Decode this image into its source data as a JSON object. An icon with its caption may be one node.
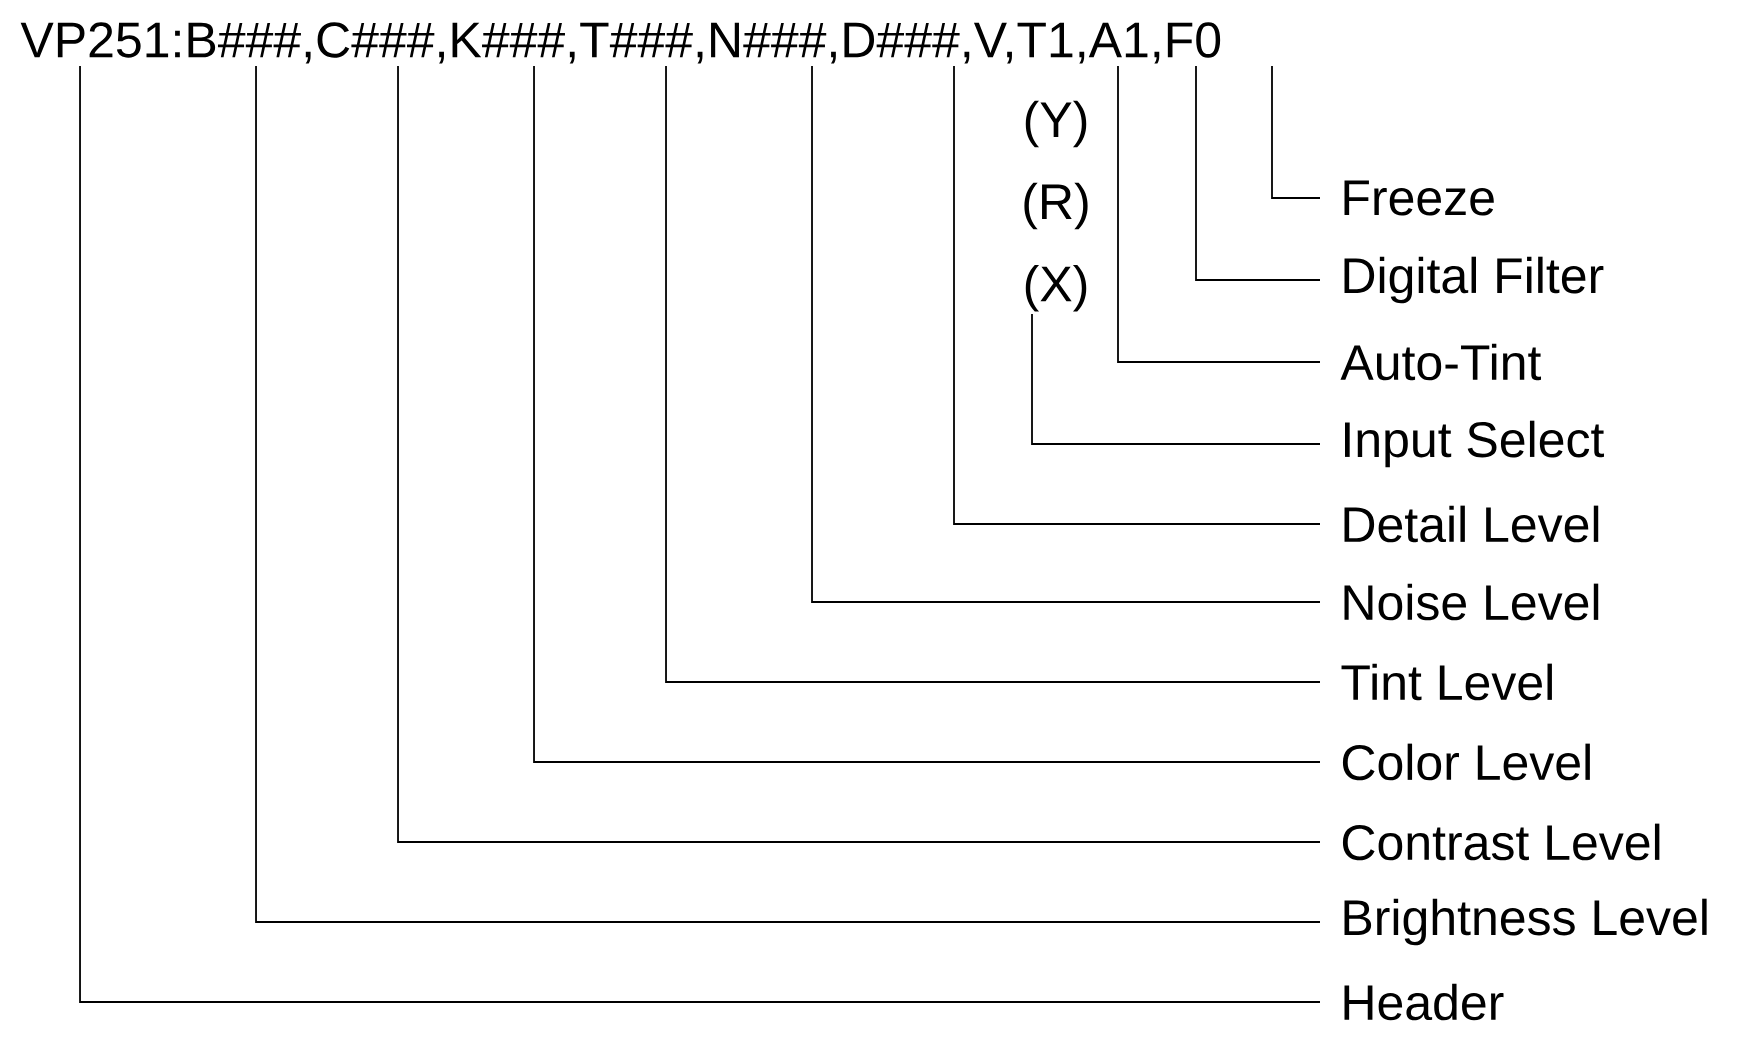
{
  "diagram": {
    "nodes": [
      {
        "text": [
          "VP251:B###,C###,K###,T###,N###,D###,V,T1,A1,F0"
        ]
      },
      {
        "text": [
          "Freeze"
        ]
      },
      {
        "text": [
          "Digital Filter"
        ]
      },
      {
        "text": [
          "(X)"
        ]
      },
      {
        "text": [
          "Auto-Tint"
        ]
      },
      {
        "text": [
          "Input Select"
        ]
      },
      {
        "text": [
          "Detail Level"
        ]
      },
      {
        "text": [
          "Noise Level"
        ]
      },
      {
        "text": [
          "Tint Level"
        ]
      },
      {
        "text": [
          "Color Level"
        ]
      },
      {
        "text": [
          "Contrast Level"
        ]
      },
      {
        "text": [
          "Brightness Level"
        ]
      },
      {
        "text": [
          "Header"
        ]
      }
    ],
    "edges": [
      {
        "from": 1,
        "to": 0,
        "arrow": "none"
      },
      {
        "from": 2,
        "to": 0,
        "arrow": "none"
      },
      {
        "from": 4,
        "to": 0,
        "arrow": "none"
      },
      {
        "from": 5,
        "to": 3,
        "arrow": "none"
      },
      {
        "from": 6,
        "to": 0,
        "arrow": "none"
      },
      {
        "from": 7,
        "to": 0,
        "arrow": "none"
      },
      {
        "from": 8,
        "to": 0,
        "arrow": "none"
      },
      {
        "from": 9,
        "to": 0,
        "arrow": "none"
      },
      {
        "from": 10,
        "to": 0,
        "arrow": "none"
      },
      {
        "from": 11,
        "to": 0,
        "arrow": "none"
      },
      {
        "from": 12,
        "to": 0,
        "arrow": "none"
      }
    ],
    "labels": [
      "(Y)",
      "(R)"
    ]
  }
}
